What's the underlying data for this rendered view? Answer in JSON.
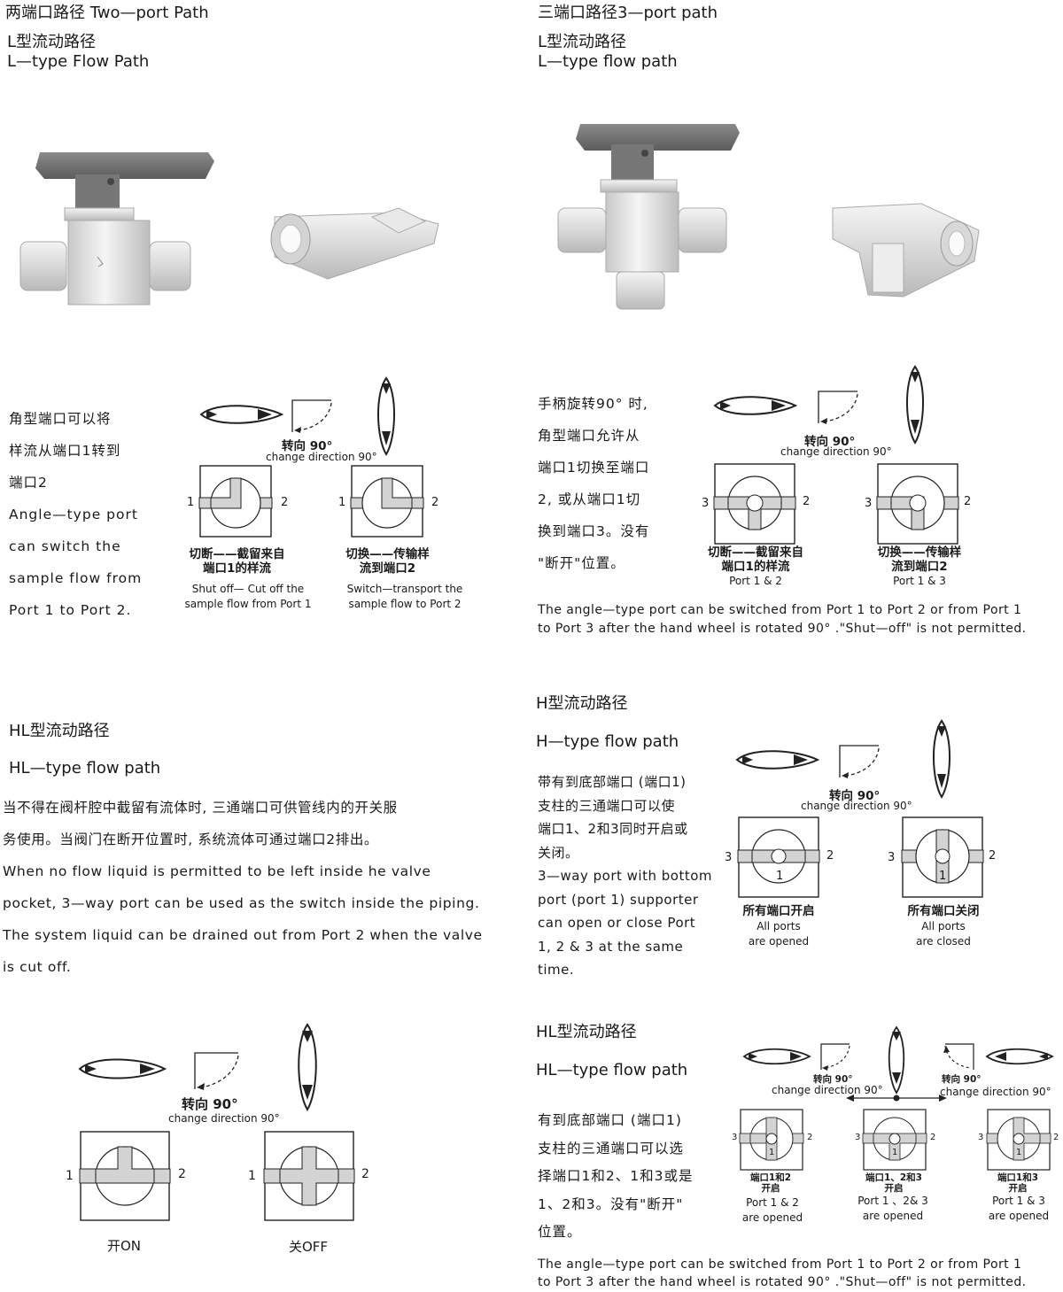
{
  "top_left": {
    "title": "两端口路径 Two—port Path",
    "sub_cn": "L型流动路径",
    "sub_en": "L—type Flow Path",
    "desc_lines": [
      "角型端口可以将",
      "样流从端口1转到",
      "端口2",
      "Angle—type  port",
      "can  switch  the",
      "sample  flow  from",
      "Port  1  to  Port  2."
    ],
    "dial": {
      "rotate_cn": "转向 90°",
      "rotate_en": "change direction 90°"
    },
    "diagrams": [
      {
        "port_left": "1",
        "port_right": "2",
        "caption_cn_1": "切断——截留来自",
        "caption_cn_2": "端口1的样流",
        "caption_en_1": "Shut off— Cut off the",
        "caption_en_2": "sample flow from Port 1"
      },
      {
        "port_left": "1",
        "port_right": "2",
        "caption_cn_1": "切换——传输样",
        "caption_cn_2": "流到端口2",
        "caption_en_1": "Switch—transport the",
        "caption_en_2": "sample flow to Port 2"
      }
    ]
  },
  "top_right": {
    "title": "三端口路径3—port path",
    "sub_cn": "L型流动路径",
    "sub_en": "L—type flow path",
    "desc_lines": [
      "手柄旋转90° 时,",
      "角型端口允许从",
      "端口1切换至端口",
      "2, 或从端口1切",
      "换到端口3。没有",
      "\"断开\"位置。"
    ],
    "dial": {
      "rotate_cn": "转向 90°",
      "rotate_en": "change direction 90°"
    },
    "diagrams": [
      {
        "port_left": "3",
        "port_right": "2",
        "caption_cn_1": "切断——截留来自",
        "caption_cn_2": "端口1的样流",
        "caption_en_1": "Port 1 & 2"
      },
      {
        "port_left": "3",
        "port_right": "2",
        "caption_cn_1": "切换——传输样",
        "caption_cn_2": "流到端口2",
        "caption_en_1": "Port 1 & 3"
      }
    ],
    "note_1": "The angle—type port can be switched from Port 1 to Port 2 or from Port 1",
    "note_2": "to Port 3 after the hand wheel is rotated 90° .\"Shut—off\" is not permitted."
  },
  "mid_left": {
    "title_cn": "HL型流动路径",
    "title_en": "HL—type flow path",
    "para_lines": [
      "当不得在阀杆腔中截留有流体时, 三通端口可供管线内的开关服",
      "务使用。当阀门在断开位置时, 系统流体可通过端口2排出。",
      "When  no  flow  liquid  is  permitted  to  be  left  inside  he  valve",
      "pocket, 3—way port can be used as the switch inside the piping.",
      "The  system  liquid  can  be  drained  out  from  Port  2  when  the  valve",
      "is  cut  off."
    ]
  },
  "mid_right": {
    "title_cn": "H型流动路径",
    "title_en": "H—type flow path",
    "desc_lines": [
      "带有到底部端口 (端口1)",
      "支柱的三通端口可以使",
      "端口1、2和3同时开启或",
      "关闭。",
      "3—way port with bottom",
      "port  (port  1)  supporter",
      "can  open  or  close  Port",
      "1, 2  &  3  at  the  same",
      "time."
    ],
    "dial": {
      "rotate_cn": "转向 90°",
      "rotate_en": "change direction 90°"
    },
    "diagrams": [
      {
        "port_left": "3",
        "port_right": "2",
        "port_bottom": "1",
        "caption_cn": "所有端口开启",
        "caption_en_1": "All ports",
        "caption_en_2": "are opened"
      },
      {
        "port_left": "3",
        "port_right": "2",
        "port_bottom": "1",
        "caption_cn": "所有端口关闭",
        "caption_en_1": "All ports",
        "caption_en_2": "are closed"
      }
    ]
  },
  "bottom_left": {
    "dial": {
      "rotate_cn": "转向 90°",
      "rotate_en": "change direction 90°"
    },
    "diagrams": [
      {
        "port_left": "1",
        "port_right": "2",
        "caption": "开ON"
      },
      {
        "port_left": "1",
        "port_right": "2",
        "caption": "关OFF"
      }
    ]
  },
  "bottom_right": {
    "title_cn": "HL型流动路径",
    "title_en": "HL—type flow path",
    "desc_lines": [
      "有到底部端口 (端口1)",
      "支柱的三通端口可以选",
      "择端口1和2、1和3或是",
      "1、2和3。没有\"断开\"",
      "位置。"
    ],
    "dial_left": {
      "rotate_cn": "转向 90°",
      "rotate_en": "change direction 90°"
    },
    "dial_right": {
      "rotate_cn": "转向 90°",
      "rotate_en": "change direction 90°"
    },
    "diagrams": [
      {
        "port_left": "3",
        "port_right": "2",
        "port_bottom": "1",
        "caption_cn_1": "端口1和2",
        "caption_cn_2": "开启",
        "caption_en_1": "Port 1 & 2",
        "caption_en_2": "are opened"
      },
      {
        "port_left": "3",
        "port_right": "2",
        "port_bottom": "1",
        "caption_cn_1": "端口1、2和3",
        "caption_cn_2": "开启",
        "caption_en_1": "Port 1 、2& 3",
        "caption_en_2": "are opened"
      },
      {
        "port_left": "3",
        "port_right": "2",
        "port_bottom": "1",
        "caption_cn_1": "端口1和3",
        "caption_cn_2": "开启",
        "caption_en_1": "Port 1 & 3",
        "caption_en_2": "are opened"
      }
    ],
    "note_1": "The angle—type port can be switched from Port 1 to Port 2 or from Port 1",
    "note_2": "to Port 3 after the hand wheel is rotated 90° .\"Shut—off\" is not permitted."
  }
}
